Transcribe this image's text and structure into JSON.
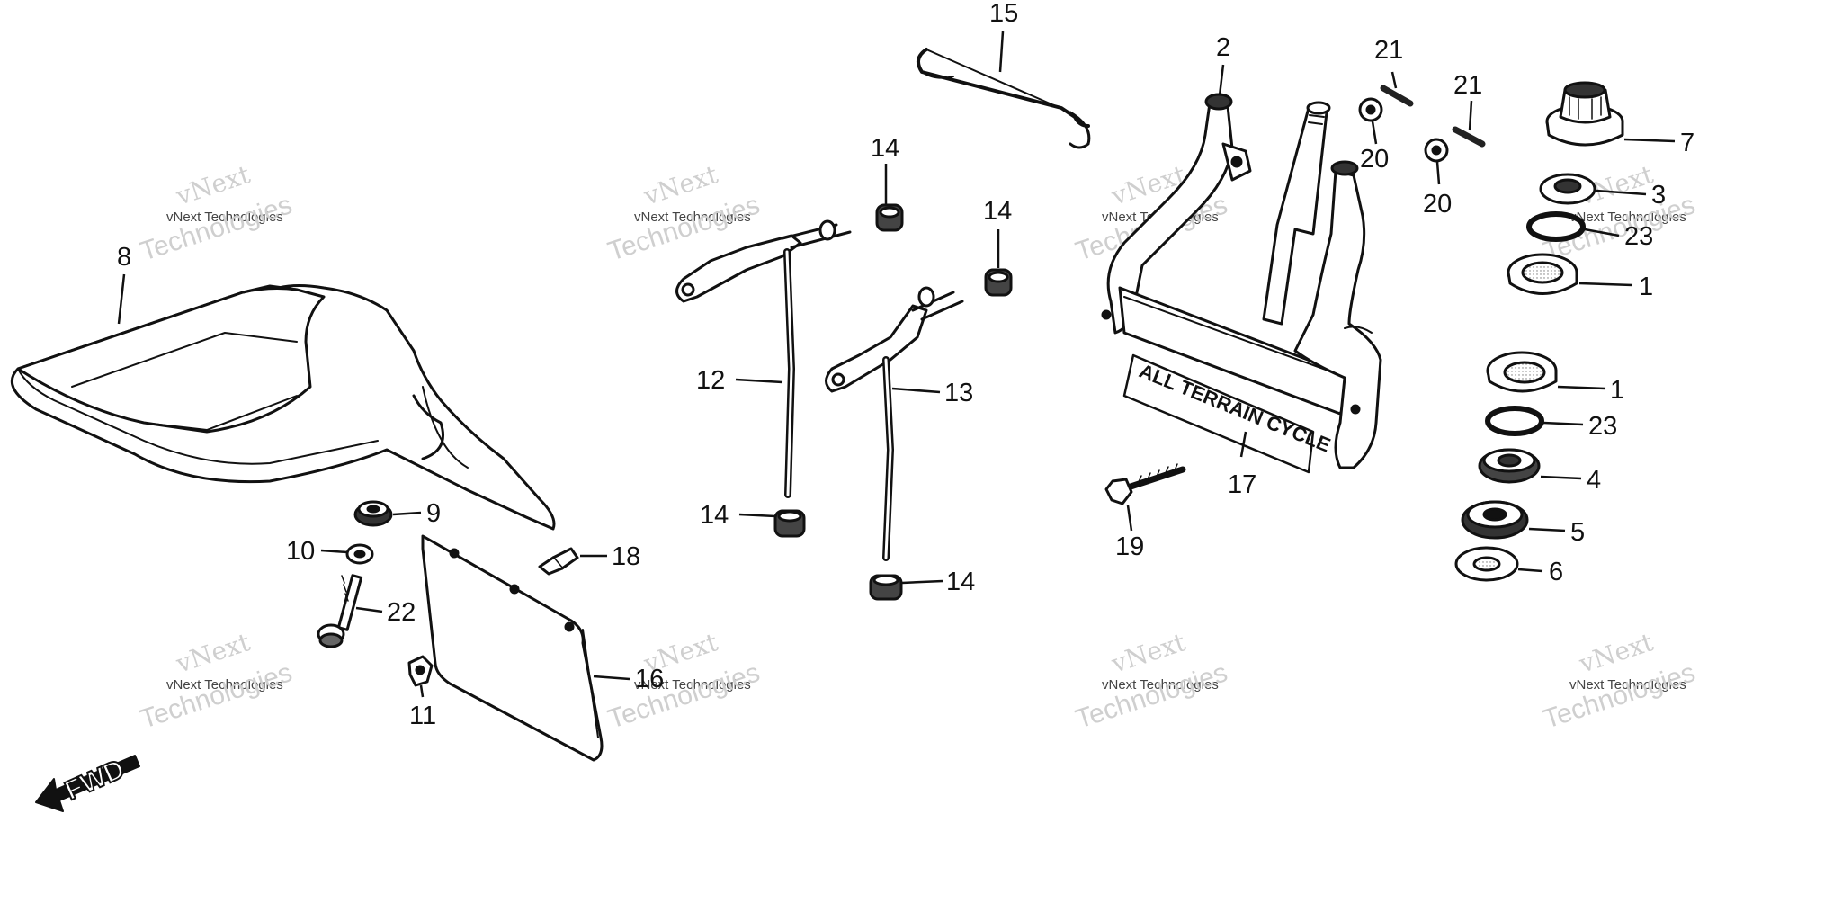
{
  "diagram": {
    "labels": {
      "l1a": "1",
      "l1b": "1",
      "l2": "2",
      "l3": "3",
      "l4": "4",
      "l5": "5",
      "l6": "6",
      "l7": "7",
      "l8": "8",
      "l9": "9",
      "l10": "10",
      "l11": "11",
      "l12": "12",
      "l13": "13",
      "l14a": "14",
      "l14b": "14",
      "l14c": "14",
      "l14d": "14",
      "l15": "15",
      "l16": "16",
      "l17": "17",
      "l18": "18",
      "l19": "19",
      "l20a": "20",
      "l20b": "20",
      "l21a": "21",
      "l21b": "21",
      "l22": "22",
      "l23a": "23",
      "l23b": "23"
    },
    "fwd_label": "FWD",
    "decal_text": "ALL TERRAIN CYCLE",
    "watermark": {
      "brand": "vNext",
      "line1": "vNext Technologies",
      "line2": "Technologies"
    },
    "colors": {
      "ink": "#111111",
      "paper": "#ffffff",
      "watermark": "#c8c8c8"
    }
  }
}
